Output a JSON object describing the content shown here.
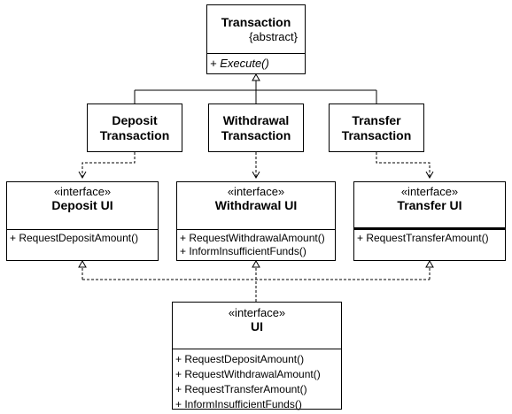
{
  "transaction": {
    "name": "Transaction",
    "constraint": "{abstract}",
    "operation": "+ Execute()"
  },
  "deposit_transaction": {
    "line1": "Deposit",
    "line2": "Transaction"
  },
  "withdrawal_transaction": {
    "line1": "Withdrawal",
    "line2": "Transaction"
  },
  "transfer_transaction": {
    "line1": "Transfer",
    "line2": "Transaction"
  },
  "deposit_ui": {
    "stereotype": "«interface»",
    "name": "Deposit UI",
    "operations": [
      "+ RequestDepositAmount()"
    ]
  },
  "withdrawal_ui": {
    "stereotype": "«interface»",
    "name": "Withdrawal UI",
    "operations": [
      "+ RequestWithdrawalAmount()",
      "+ InformInsufficientFunds()"
    ]
  },
  "transfer_ui": {
    "stereotype": "«interface»",
    "name": "Transfer UI",
    "operations": [
      "+ RequestTransferAmount()"
    ]
  },
  "ui": {
    "stereotype": "«interface»",
    "name": "UI",
    "operations": [
      "+ RequestDepositAmount()",
      "+ RequestWithdrawalAmount()",
      "+ RequestTransferAmount()",
      "+ InformInsufficientFunds()"
    ]
  }
}
